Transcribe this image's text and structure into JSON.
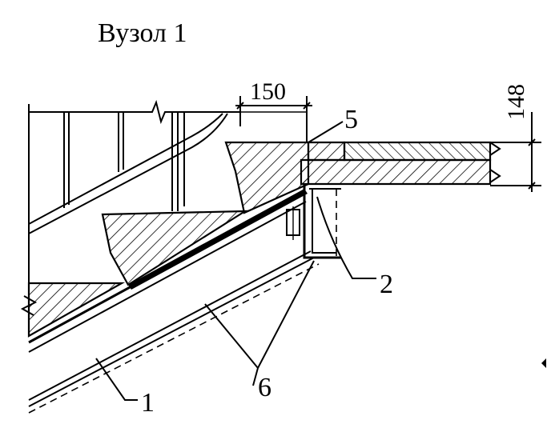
{
  "title": "Вузол 1",
  "dimensions": {
    "width_label": "150",
    "height_label": "148"
  },
  "callouts": {
    "one": "1",
    "two": "2",
    "five": "5",
    "six": "6"
  }
}
